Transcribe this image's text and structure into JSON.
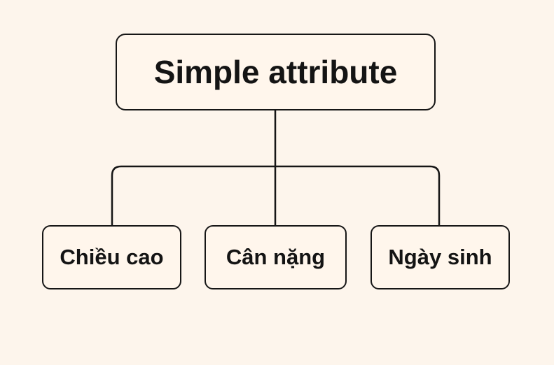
{
  "diagram": {
    "root": {
      "label": "Simple attribute"
    },
    "children": [
      {
        "label": "Chiều cao"
      },
      {
        "label": "Cân nặng"
      },
      {
        "label": "Ngày sinh"
      }
    ]
  },
  "colors": {
    "background": "#fdf5ec",
    "node_fill": "#fff6ec",
    "stroke": "#161616",
    "text": "#141414"
  }
}
